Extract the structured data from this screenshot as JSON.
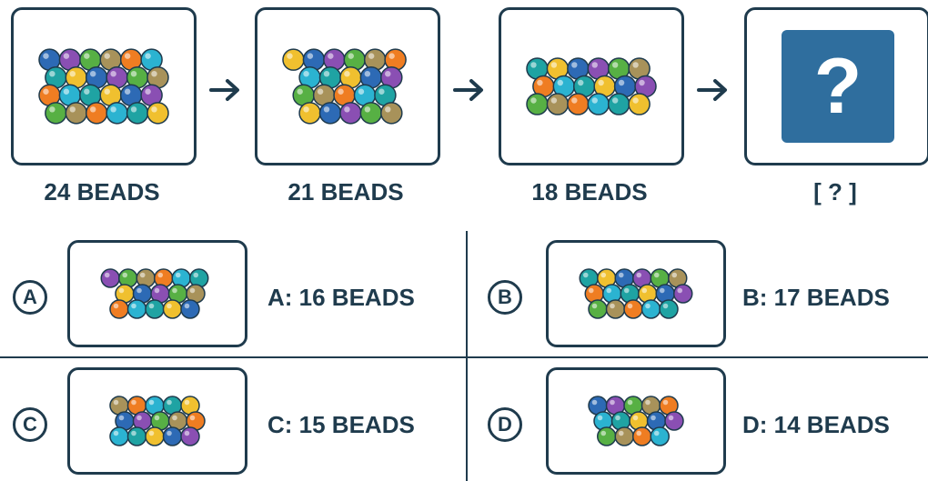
{
  "sequence": [
    {
      "label": "24 BEADS",
      "bead_count": 24
    },
    {
      "label": "21 BEADS",
      "bead_count": 21
    },
    {
      "label": "18 BEADS",
      "bead_count": 18
    },
    {
      "label": "[ ? ]",
      "question_mark": "?"
    }
  ],
  "options": [
    {
      "letter": "A",
      "label": "A: 16 BEADS",
      "bead_count": 16
    },
    {
      "letter": "B",
      "label": "B: 17 BEADS",
      "bead_count": 17
    },
    {
      "letter": "C",
      "label": "C: 15 BEADS",
      "bead_count": 15
    },
    {
      "letter": "D",
      "label": "D: 14 BEADS",
      "bead_count": 14
    }
  ],
  "bead_colors": [
    "#2d6ab5",
    "#2bb3d1",
    "#57b044",
    "#f0c02f",
    "#ef7d22",
    "#8a4fb3",
    "#1fa3a3",
    "#a8925a"
  ],
  "colors": {
    "ink": "#1f3b4d",
    "question_box": "#2f6e9e"
  }
}
